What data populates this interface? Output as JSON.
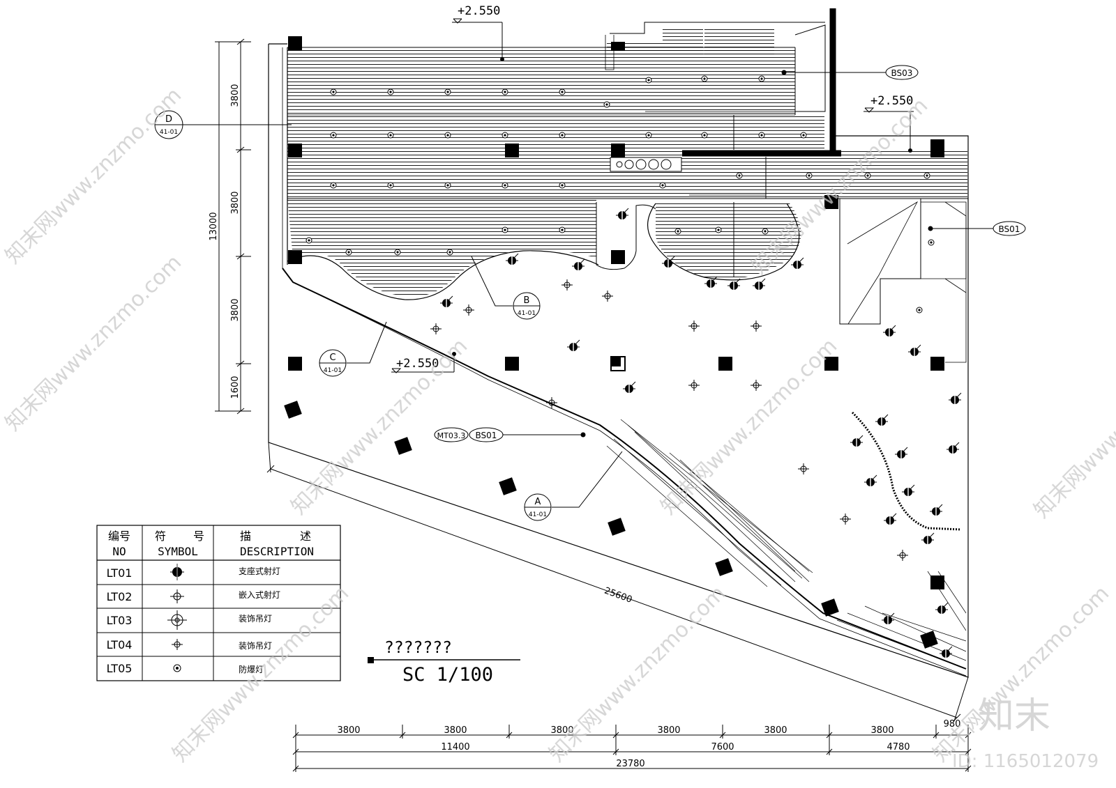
{
  "elevations": {
    "top": "+2.550",
    "right": "+2.550",
    "mid": "+2.550"
  },
  "tags": {
    "bs03": "BS03",
    "bs01_right": "BS01",
    "mt": "MT03.3",
    "bs01_mid": "BS01"
  },
  "callouts": {
    "d": {
      "letter": "D",
      "ref": "41-01"
    },
    "b": {
      "letter": "B",
      "ref": "41-01"
    },
    "c": {
      "letter": "C",
      "ref": "41-01"
    },
    "a": {
      "letter": "A",
      "ref": "41-01"
    }
  },
  "dims_left": {
    "d1": "3800",
    "d2": "3800",
    "d3": "3800",
    "d4": "1600",
    "total": "13000"
  },
  "dims_bottom": {
    "row1": [
      "3800",
      "3800",
      "3800",
      "3800",
      "3800",
      "3800"
    ],
    "extra": "980",
    "row2": [
      "11400",
      "7600",
      "4780"
    ],
    "total": "23780"
  },
  "diagonal_dim": "25600",
  "legend": {
    "h_no_cn": "编号",
    "h_no_en": "NO",
    "h_sym_cn_1": "符",
    "h_sym_cn_2": "号",
    "h_sym_en": "SYMBOL",
    "h_desc_cn_1": "描",
    "h_desc_cn_2": "述",
    "h_desc_en": "DESCRIPTION",
    "rows": [
      {
        "no": "LT01",
        "desc": "支座式射灯"
      },
      {
        "no": "LT02",
        "desc": "嵌入式射灯"
      },
      {
        "no": "LT03",
        "desc": "装饰吊灯"
      },
      {
        "no": "LT04",
        "desc": "装饰吊灯"
      },
      {
        "no": "LT05",
        "desc": "防爆灯"
      }
    ]
  },
  "title_block": {
    "title": "???????",
    "scale": "SC 1/100"
  },
  "watermark": {
    "text": "知末网www.znzmo.com",
    "brand": "知末",
    "id": "ID: 1165012079"
  }
}
